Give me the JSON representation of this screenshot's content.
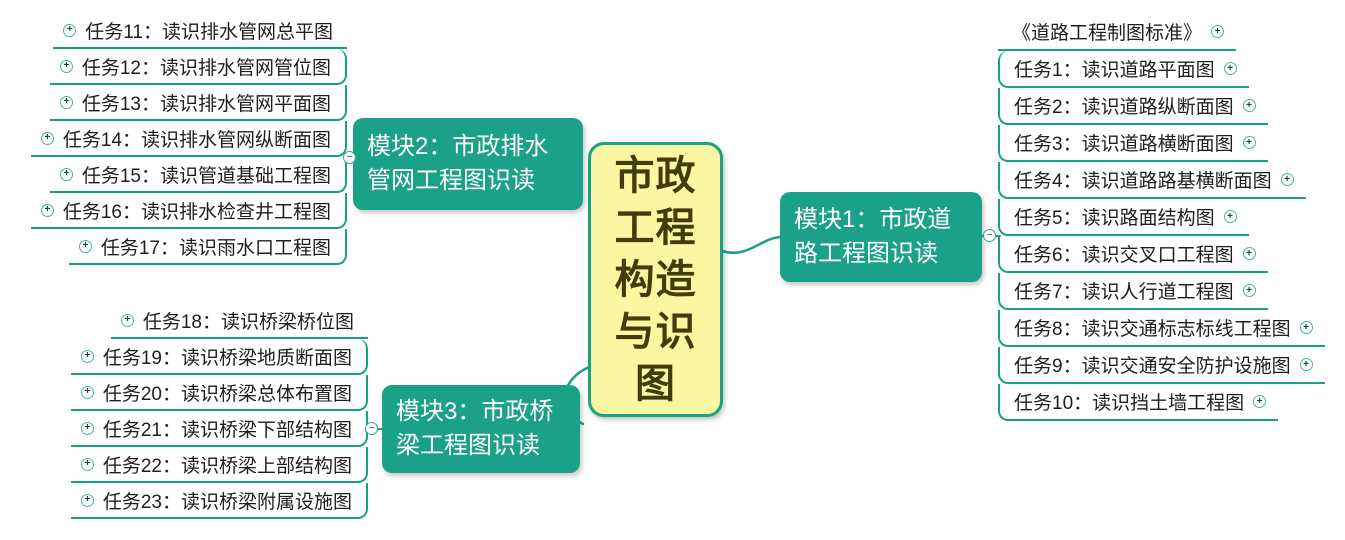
{
  "central": {
    "title": "市政工程构造与识图"
  },
  "modules": {
    "m1": {
      "label": "模块1：市政道路工程图识读"
    },
    "m2": {
      "label": "模块2：市政排水管网工程图识读"
    },
    "m3": {
      "label": "模块3：市政桥梁工程图识读"
    }
  },
  "right_tasks": [
    "《道路工程制图标准》",
    "任务1：读识道路平面图",
    "任务2：读识道路纵断面图",
    "任务3：读识道路横断面图",
    "任务4：读识道路路基横断面图",
    "任务5：读识路面结构图",
    "任务6：读识交叉口工程图",
    "任务7：读识人行道工程图",
    "任务8：读识交通标志标线工程图",
    "任务9：读识交通安全防护设施图",
    "任务10：读识挡土墙工程图"
  ],
  "left_top_tasks": [
    "任务11：读识排水管网总平图",
    "任务12：读识排水管网管位图",
    "任务13：读识排水管网平面图",
    "任务14：读识排水管网纵断面图",
    "任务15：读识管道基础工程图",
    "任务16：读识排水检查井工程图",
    "任务17：读识雨水口工程图"
  ],
  "left_bottom_tasks": [
    "任务18：读识桥梁桥位图",
    "任务19：读识桥梁地质断面图",
    "任务20：读识桥梁总体布置图",
    "任务21：读识桥梁下部结构图",
    "任务22：读识桥梁上部结构图",
    "任务23：读识桥梁附属设施图"
  ],
  "icons": {
    "expand": "+",
    "collapse": "−"
  },
  "colors": {
    "node_green": "#1CA189",
    "connector_green": "#19A188",
    "central_fill": "#FAF7A2",
    "central_border": "#1CA189",
    "central_text": "#423C0A",
    "task_text": "#1E1E1E",
    "module_text": "#FFFFFF"
  }
}
